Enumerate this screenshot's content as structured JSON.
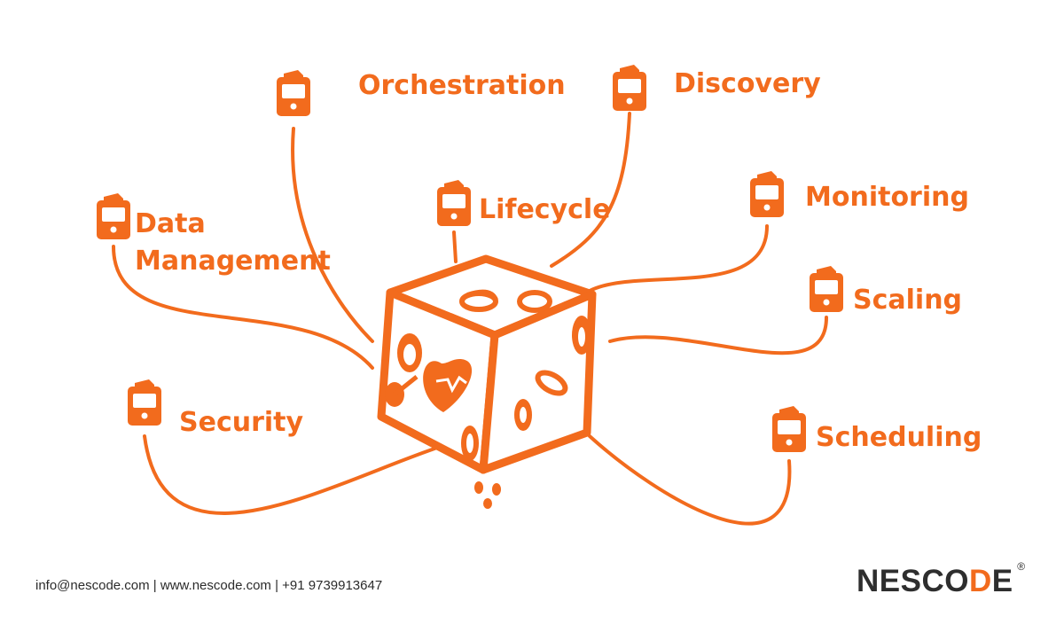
{
  "diagram": {
    "accent_color": "#f26b1d",
    "center_icon": "container-cube-icon",
    "node_icon": "container-tag-icon",
    "nodes": [
      {
        "id": "orchestration",
        "label": "Orchestration"
      },
      {
        "id": "discovery",
        "label": "Discovery"
      },
      {
        "id": "lifecycle",
        "label": "Lifecycle"
      },
      {
        "id": "monitoring",
        "label": "Monitoring"
      },
      {
        "id": "data-management",
        "label_line1": "Data",
        "label_line2": "Management"
      },
      {
        "id": "scaling",
        "label": "Scaling"
      },
      {
        "id": "security",
        "label": "Security"
      },
      {
        "id": "scheduling",
        "label": "Scheduling"
      }
    ]
  },
  "footer": {
    "contact": "info@nescode.com | www.nescode.com | +91 9739913647"
  },
  "brand": {
    "part1": "NESCO",
    "part2": "D",
    "part3": "E",
    "registered": "®",
    "accent_color": "#f26b1d"
  }
}
